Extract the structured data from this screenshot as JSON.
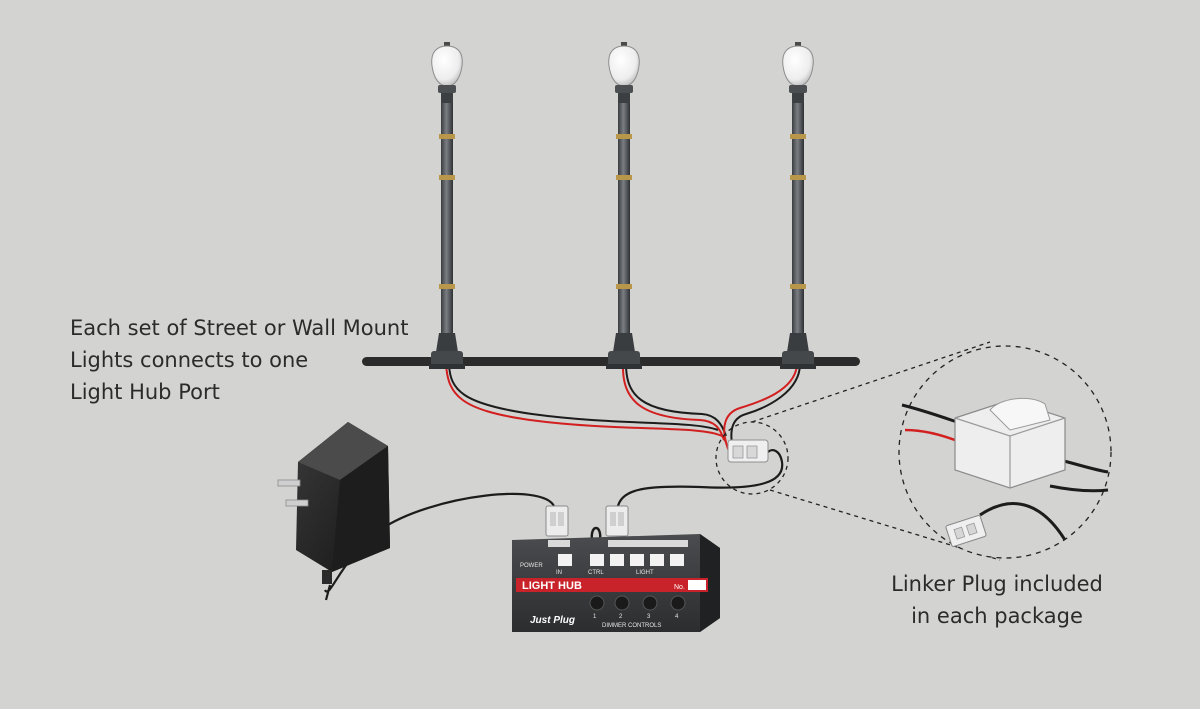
{
  "captions": {
    "left": [
      "Each set of Street or Wall Mount",
      "Lights connects to one",
      "Light Hub Port"
    ],
    "right": [
      "Linker Plug included",
      "in each package"
    ]
  },
  "hub": {
    "title": "LIGHT HUB",
    "number_label": "No.",
    "power_label": "POWER",
    "in_label": "IN",
    "ctrl_label": "CTRL",
    "light_label": "LIGHT",
    "brand": "Just Plug",
    "dimmer_numbers": [
      "1",
      "2",
      "3",
      "4"
    ],
    "dimmer_label": "DIMMER CONTROLS"
  },
  "colors": {
    "background": "#d3d3d1",
    "hub_red": "#c8232a",
    "wire_red": "#d21f1f",
    "wire_black": "#1c1c1c",
    "lamp_brass": "#b8964a"
  },
  "icons": {
    "street_lamp": "street-lamp-icon",
    "power_adapter": "power-adapter-icon",
    "linker_plug": "linker-plug-icon"
  }
}
